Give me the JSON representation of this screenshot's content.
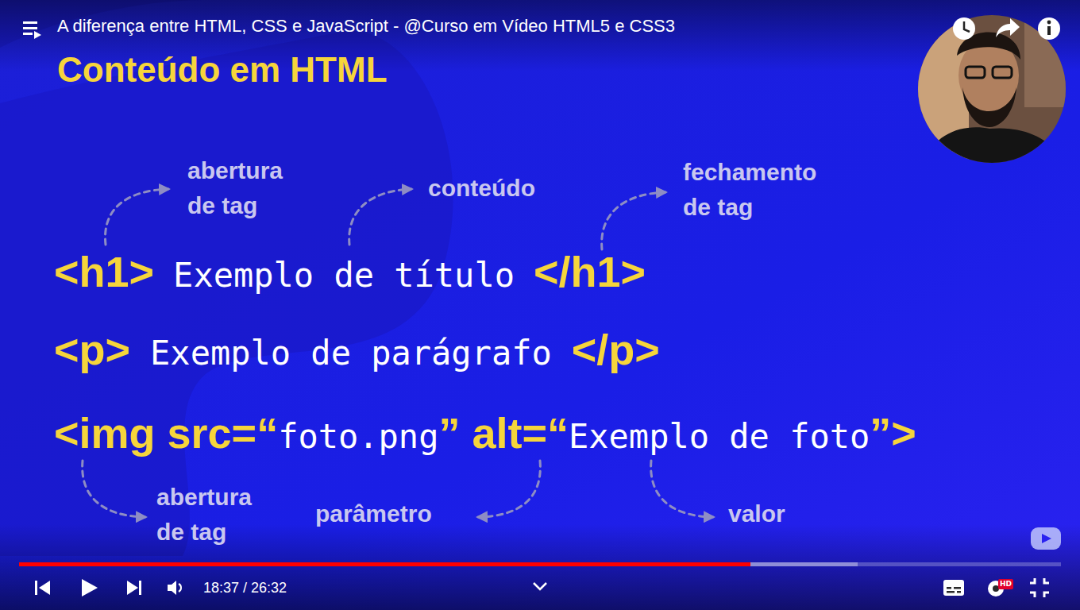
{
  "diagram": {
    "title": "Conteúdo em HTML",
    "labels": [
      "A diferença entre HTML, CSS e JavaScript - @Curso em Vídeo HTML5 e CSS3",
      "<h1>",
      "Exemplo de título",
      "</h1>",
      "<p>",
      "Exemplo de parágrafo",
      "</p>",
      "<img src=“",
      "foto.png",
      "” alt=“",
      "Exemplo de foto",
      "”>",
      "abertura de tag",
      "conteúdo",
      "fechamento de tag",
      "abertura de tag",
      "parâmetro",
      "valor",
      "18:37 / 26:32",
      "HD"
    ]
  }
}
